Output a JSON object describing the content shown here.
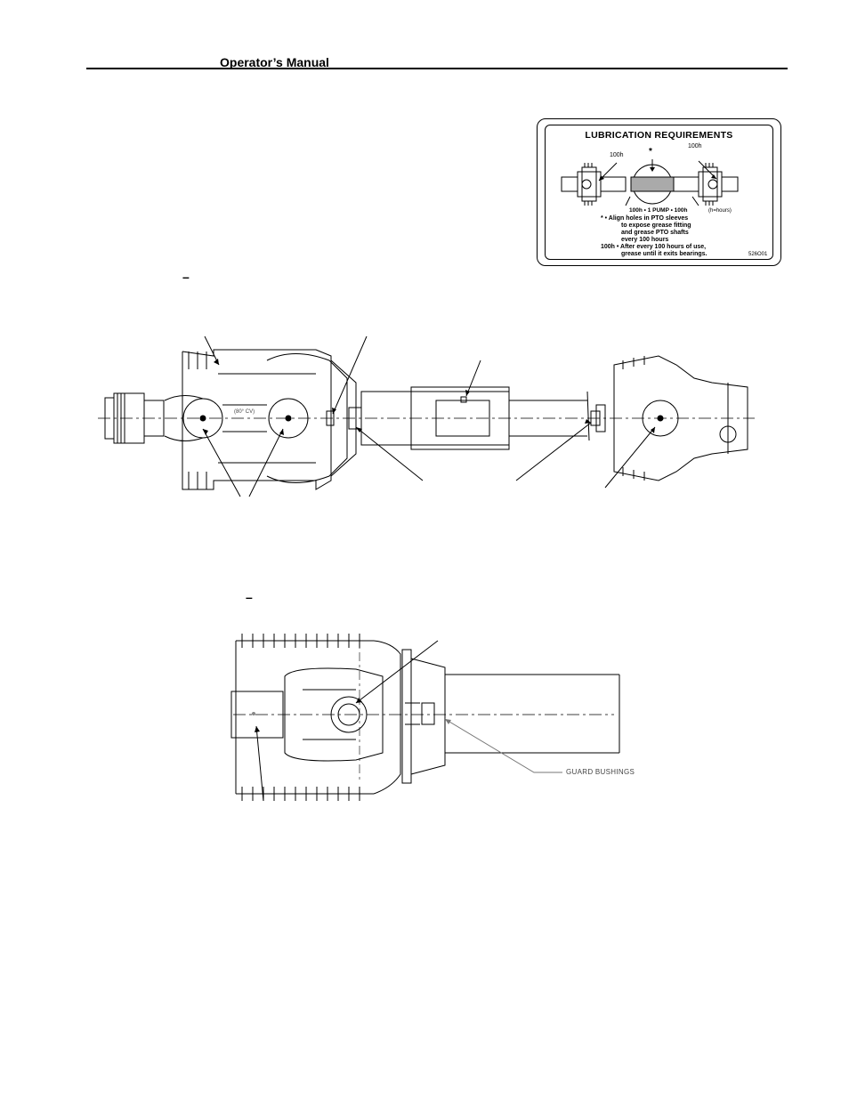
{
  "header": {
    "title": "Operator’s Manual"
  },
  "dashes": {
    "figure1": "–",
    "figure2": "–"
  },
  "decal": {
    "title": "LUBRICATION  REQUIREMENTS",
    "label_100h_left": "100h",
    "label_100h_right": "100h",
    "asterisk": "*",
    "pump_label": "100h • 1 PUMP • 100h",
    "hours_note": "(h=hours)",
    "note1_line1": "* • Align holes in PTO sleeves",
    "note1_line2": "to expose grease fitting",
    "note1_line3": "and grease PTO shafts",
    "note1_line4": "every 100 hours",
    "note2_line1": "100h • After every 100 hours of use,",
    "note2_line2": "grease until it exits bearings.",
    "part_number": "526O01"
  },
  "figure1": {
    "cv_label": "(80° CV)"
  },
  "figure2": {
    "guard_label": "GUARD BUSHINGS"
  }
}
